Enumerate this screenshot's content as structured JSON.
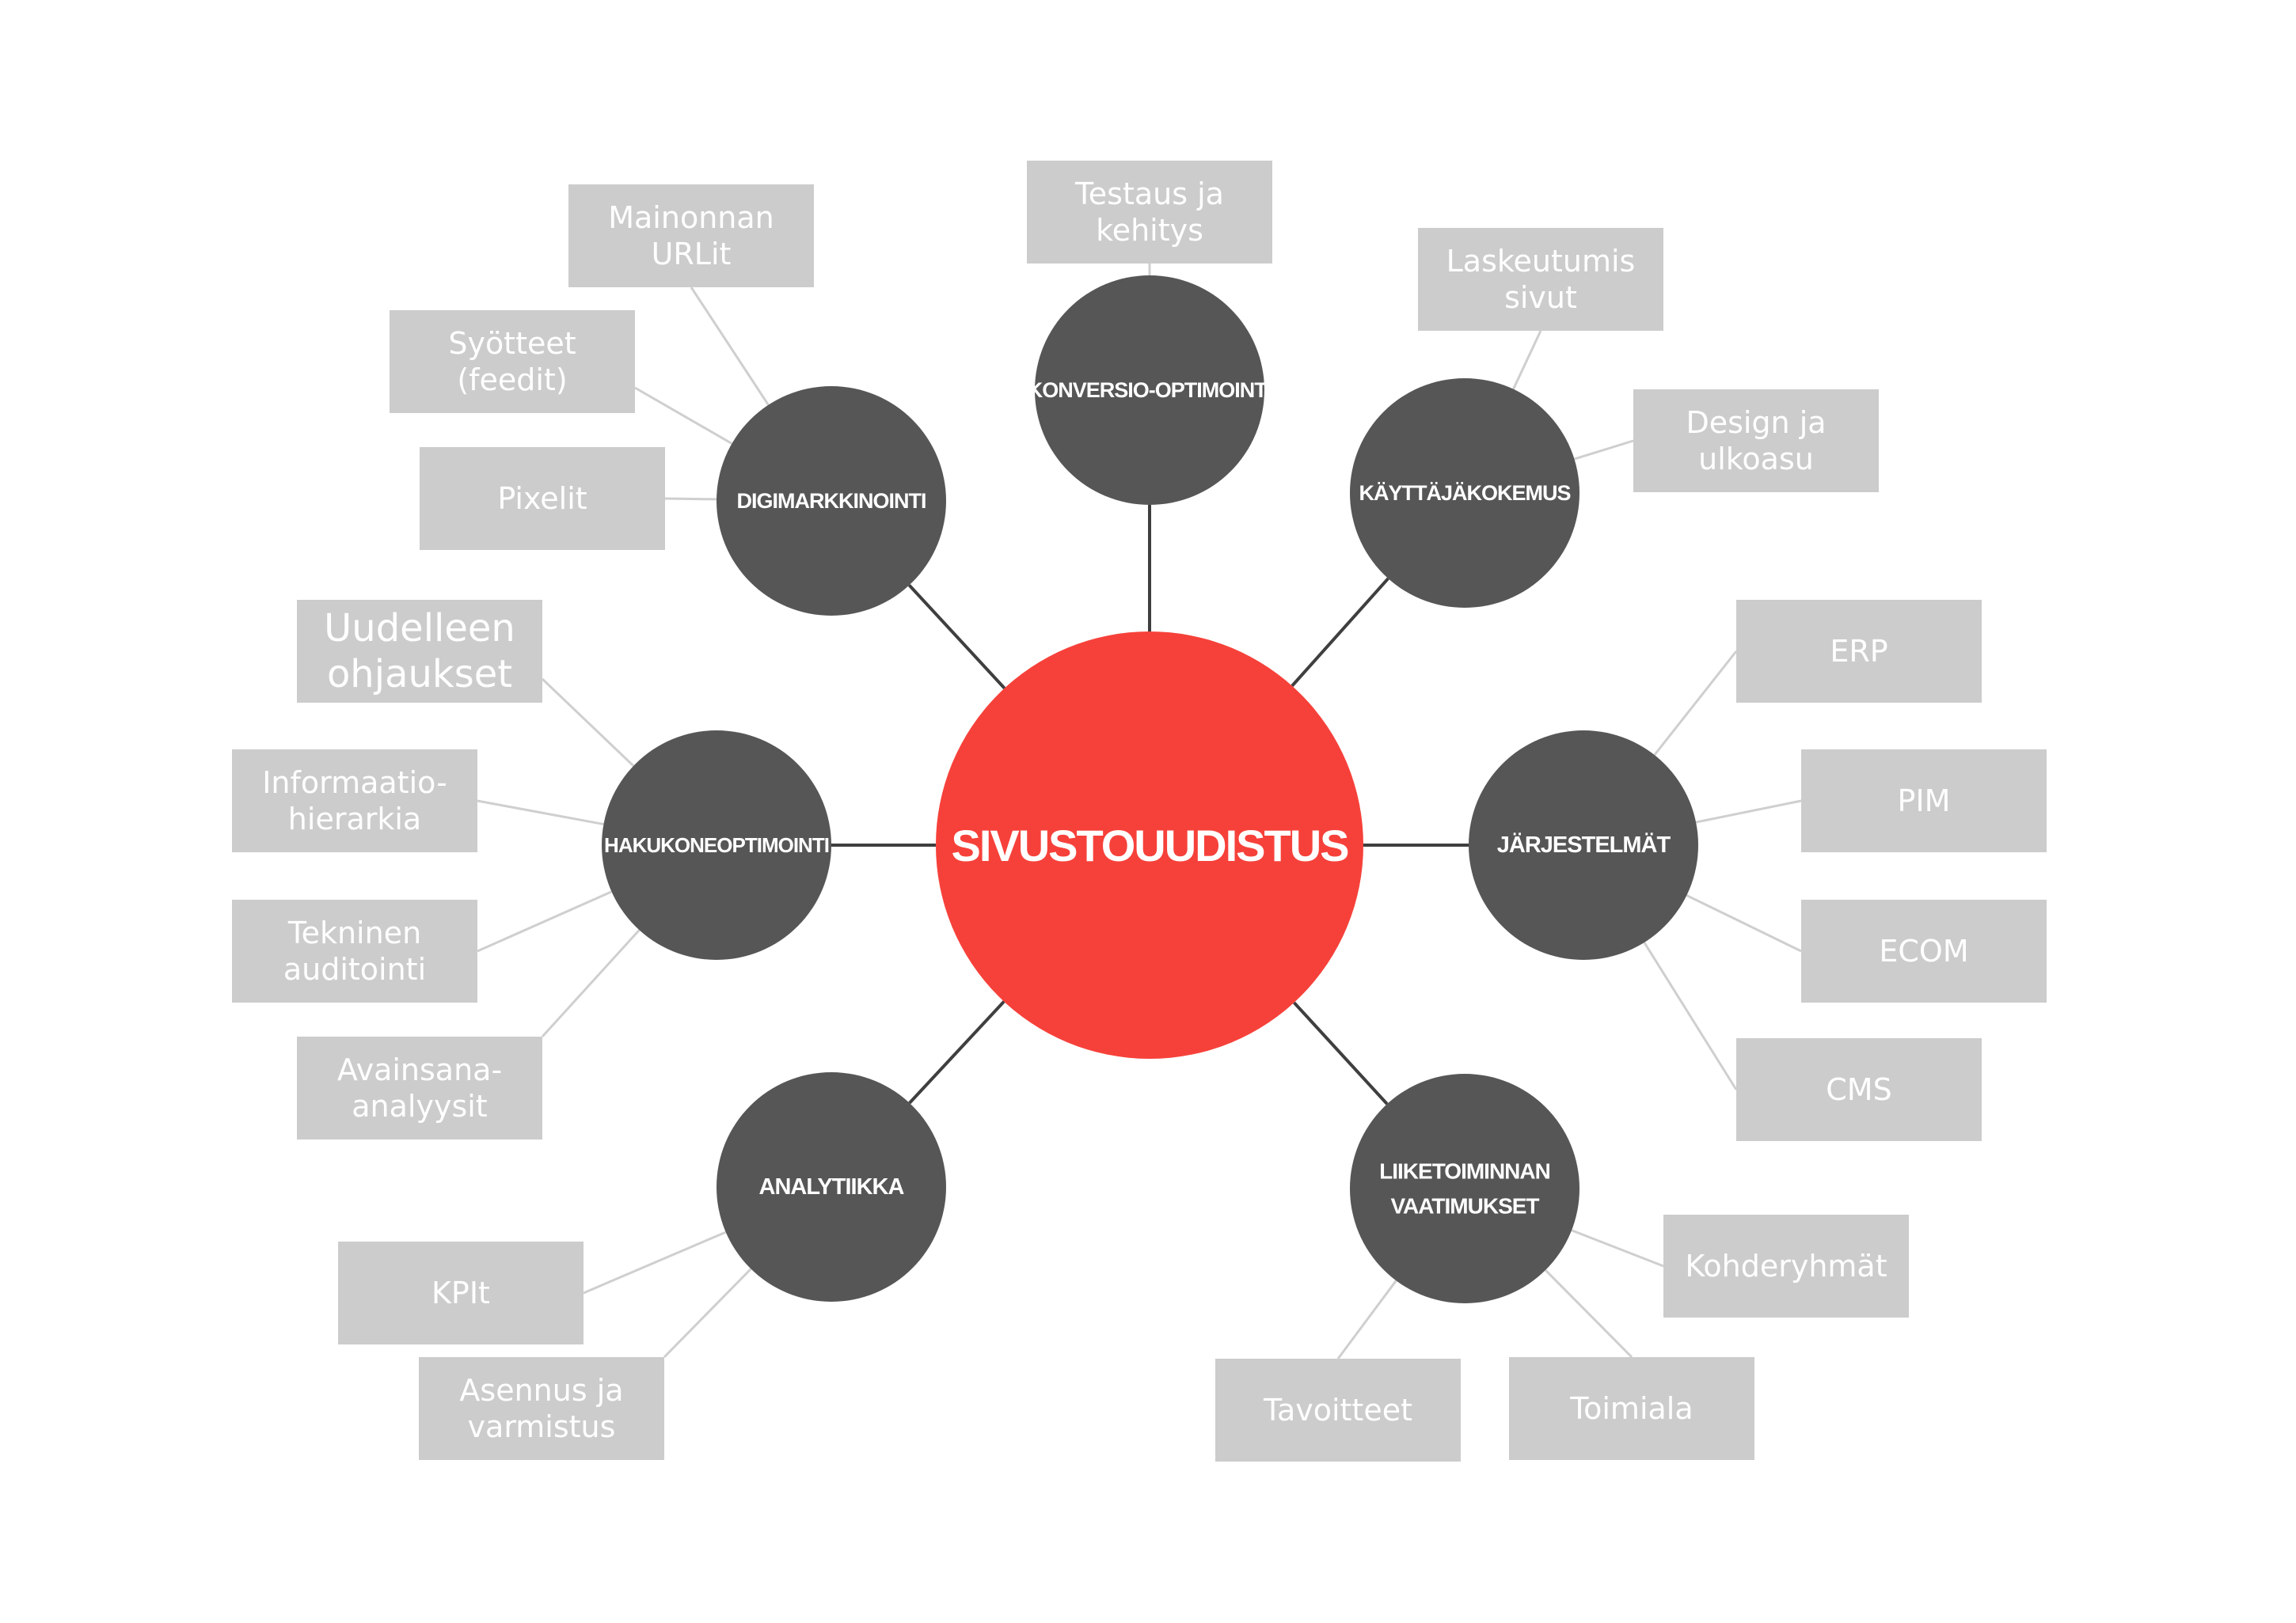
{
  "center": {
    "label": "SIVUSTOUUDISTUS",
    "color": "#f6413a"
  },
  "colors": {
    "hub": "#565656",
    "leaf": "#cccccc",
    "edge": "#3f3f3f",
    "leaf_edge": "#cfcfcf"
  },
  "hubs": [
    {
      "id": "konversio",
      "lines": [
        "KONVERSIO-OPTIMOINTI"
      ],
      "leaves": [
        {
          "lines": [
            "Testaus ja",
            "kehitys"
          ]
        }
      ]
    },
    {
      "id": "kayttajakokemus",
      "lines": [
        "KÄYTTÄJÄKOKEMUS"
      ],
      "leaves": [
        {
          "lines": [
            "Laskeutumis",
            "sivut"
          ]
        },
        {
          "lines": [
            "Design ja",
            "ulkoasu"
          ]
        }
      ]
    },
    {
      "id": "jarjestelmat",
      "lines": [
        "JÄRJESTELMÄT"
      ],
      "leaves": [
        {
          "lines": [
            "ERP"
          ]
        },
        {
          "lines": [
            "PIM"
          ]
        },
        {
          "lines": [
            "ECOM"
          ]
        },
        {
          "lines": [
            "CMS"
          ]
        }
      ]
    },
    {
      "id": "liiketoiminnan",
      "lines": [
        "LIIKETOIMINNAN",
        "VAATIMUKSET"
      ],
      "leaves": [
        {
          "lines": [
            "Kohderyhmät"
          ]
        },
        {
          "lines": [
            "Toimiala"
          ]
        },
        {
          "lines": [
            "Tavoitteet"
          ]
        }
      ]
    },
    {
      "id": "analytiikka",
      "lines": [
        "ANALYTIIKKA"
      ],
      "leaves": [
        {
          "lines": [
            "KPIt"
          ]
        },
        {
          "lines": [
            "Asennus ja",
            "varmistus"
          ]
        }
      ]
    },
    {
      "id": "hakukoneoptimointi",
      "lines": [
        "HAKUKONEOPTIMOINTI"
      ],
      "leaves": [
        {
          "lines": [
            "Uudelleen",
            "ohjaukset"
          ]
        },
        {
          "lines": [
            "Informaatio-",
            "hierarkia"
          ]
        },
        {
          "lines": [
            "Tekninen",
            "auditointi"
          ]
        },
        {
          "lines": [
            "Avainsana-",
            "analyysit"
          ]
        }
      ]
    },
    {
      "id": "digimarkkinointi",
      "lines": [
        "DIGIMARKKINOINTI"
      ],
      "leaves": [
        {
          "lines": [
            "Mainonnan",
            "URLit"
          ]
        },
        {
          "lines": [
            "Syötteet",
            "(feedit)"
          ]
        },
        {
          "lines": [
            "Pixelit"
          ]
        }
      ]
    }
  ]
}
